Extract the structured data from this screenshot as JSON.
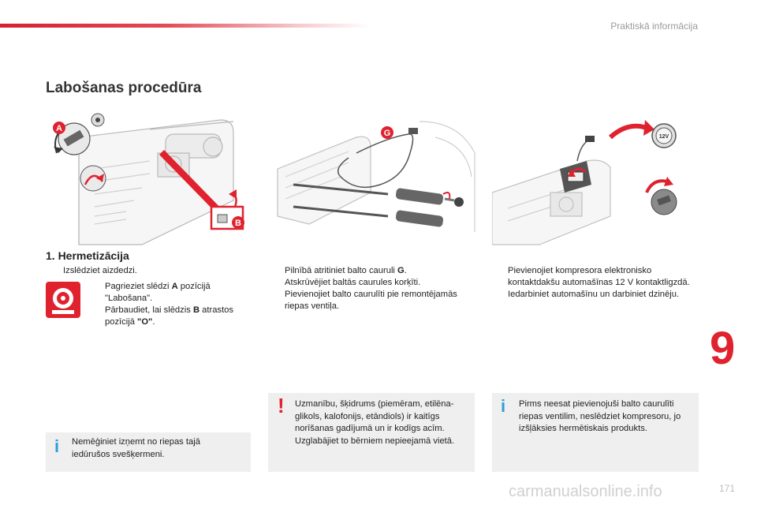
{
  "header": {
    "section_title": "Praktiskā informācija"
  },
  "page_title": "Labošanas procedūra",
  "section_heading": "1. Hermetizācija",
  "bullet_symbol": "",
  "callouts": {
    "a": "A",
    "b": "B",
    "g": "G",
    "v12": "12V"
  },
  "column1": {
    "item1": "Izslēdziet aizdedzi.",
    "item2_pre": "Pagrieziet slēdzi ",
    "item2_key": "A",
    "item2_post": " pozīcijā \"Labošana\".",
    "item3_pre": "Pārbaudiet, lai slēdzis ",
    "item3_key": "B",
    "item3_mid": " atrastos pozīcijā ",
    "item3_key2": "\"O\"",
    "item3_post": "."
  },
  "column2": {
    "item1_pre": "Pilnībā atritiniet balto cauruli ",
    "item1_key": "G",
    "item1_post": ".",
    "item2": "Atskrūvējiet baltās caurules korķīti.",
    "item3": "Pievienojiet balto caurulīti pie remontējamās riepas ventiļa."
  },
  "column3": {
    "item1": "Pievienojiet kompresora elektronisko kontaktdakšu automašīnas 12 V kontaktligzdā.",
    "item2": "Iedarbiniet automašīnu un darbiniet dzinēju."
  },
  "notes": {
    "info_note_1": "Nemēģiniet izņemt no riepas tajā iedūrušos svešķermeni.",
    "warning_note": "Uzmanību, šķidrums (piemēram, etilēna-glikols, kalofonijs, etāndiols) ir kaitīgs norīšanas gadījumā un ir kodīgs acīm. Uzglabājiet to bērniem nepieejamā vietā.",
    "info_note_2": "Pirms neesat pievienojuši balto caurulīti riepas ventilim, neslēdziet kompresoru, jo izšļāksies hermētiskais produkts.",
    "info_symbol": "i",
    "warning_symbol": "!"
  },
  "chapter_number": "9",
  "page_number": "171",
  "watermark": "carmanualsonline.info",
  "colors": {
    "accent": "#e0222f",
    "info": "#2f9ed8",
    "box_bg": "#efefef"
  }
}
